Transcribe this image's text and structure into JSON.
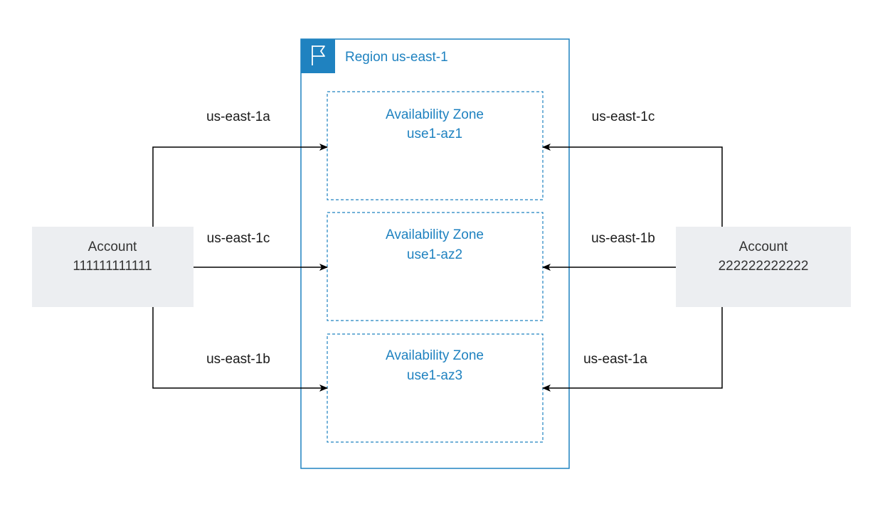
{
  "region": {
    "title": "Region us-east-1",
    "icon": "flag-icon",
    "accent_color": "#1f82c0"
  },
  "zones": [
    {
      "line1": "Availability Zone",
      "line2": "use1-az1"
    },
    {
      "line1": "Availability Zone",
      "line2": "use1-az2"
    },
    {
      "line1": "Availability Zone",
      "line2": "use1-az3"
    }
  ],
  "accounts": {
    "left": {
      "line1": "Account",
      "line2": "111111111111"
    },
    "right": {
      "line1": "Account",
      "line2": "222222222222"
    }
  },
  "left_mappings": [
    {
      "label": "us-east-1a",
      "zone": "use1-az1"
    },
    {
      "label": "us-east-1c",
      "zone": "use1-az2"
    },
    {
      "label": "us-east-1b",
      "zone": "use1-az3"
    }
  ],
  "right_mappings": [
    {
      "label": "us-east-1c",
      "zone": "use1-az1"
    },
    {
      "label": "us-east-1b",
      "zone": "use1-az2"
    },
    {
      "label": "us-east-1a",
      "zone": "use1-az3"
    }
  ],
  "colors": {
    "account_fill": "#eceef1",
    "arrow": "#000000"
  }
}
